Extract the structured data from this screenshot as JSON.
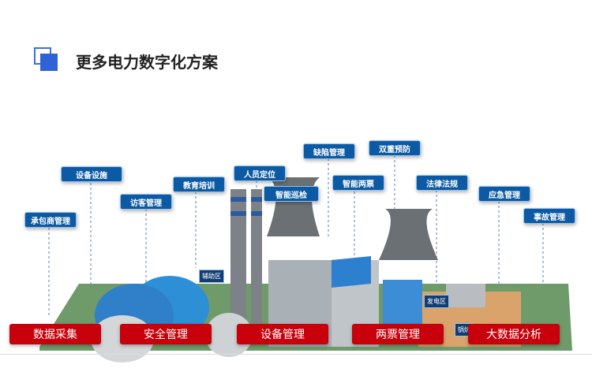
{
  "title": "更多电力数字化方案",
  "tags": [
    "承包商管理",
    "设备设施",
    "访客管理",
    "教育培训",
    "人员定位",
    "智能巡检",
    "缺陷管理",
    "智能两票",
    "双重预防",
    "法律法规",
    "应急管理",
    "事故管理"
  ],
  "zones": [
    "辅助区",
    "发电区",
    "锅炉"
  ],
  "buttons": [
    "数据采集",
    "安全管理",
    "设备管理",
    "两票管理",
    "大数据分析"
  ],
  "colors": {
    "tag": "#0b5aa3",
    "button": "#c7000b",
    "accent": "#2f62d6"
  }
}
